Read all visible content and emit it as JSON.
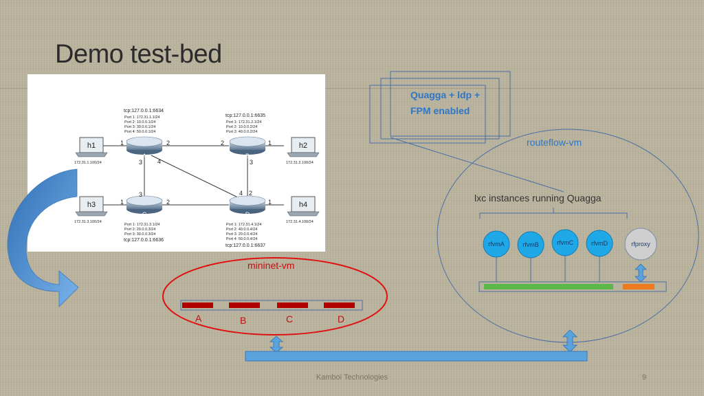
{
  "slide": {
    "title": "Demo test-bed",
    "footer": "Kamboi Technologies",
    "page_number": "9"
  },
  "network": {
    "switches": [
      {
        "name": "A",
        "tcp": "tcp:127.0.0.1:6634",
        "ports": [
          "Port 1: 172.31.1.1/24",
          "Port 2: 10.0.0.1/24",
          "Port 3: 30.0.0.1/24",
          "Port 4: 50.0.0.1/24"
        ]
      },
      {
        "name": "B",
        "tcp": "tcp:127.0.0.1:6635",
        "ports": [
          "Port 1: 172.31.2.1/24",
          "Port 2: 10.0.0.2/24",
          "Port 3: 40.0.0.2/24"
        ]
      },
      {
        "name": "C",
        "tcp": "tcp:127.0.0.1:6636",
        "ports": [
          "Port 1: 172.31.3.1/24",
          "Port 2: 20.0.0.3/24",
          "Port 3: 30.0.0.3/24"
        ]
      },
      {
        "name": "D",
        "tcp": "tcp:127.0.0.1:6637",
        "ports": [
          "Port 1: 172.31.4.1/24",
          "Port 2: 40.0.0.4/24",
          "Port 3: 20.0.0.4/24",
          "Port 4: 50.0.0.4/24"
        ]
      }
    ],
    "hosts": [
      {
        "name": "h1",
        "ip": "172.31.1.100/24"
      },
      {
        "name": "h2",
        "ip": "172.31.2.100/24"
      },
      {
        "name": "h3",
        "ip": "172.31.3.100/24"
      },
      {
        "name": "h4",
        "ip": "172.31.4.100/24"
      }
    ],
    "port_labels": [
      "1",
      "2",
      "3",
      "4",
      "2",
      "1",
      "3",
      "3",
      "1",
      "2",
      "4",
      "2",
      "1"
    ]
  },
  "quagga_box": {
    "line1": "Quagga + ldp +",
    "line2": "FPM enabled"
  },
  "routeflow": {
    "label": "routeflow-vm",
    "lxc_label": "lxc instances running Quagga",
    "nodes": [
      "rfvmA",
      "rfvmB",
      "rfvmC",
      "rfvmD"
    ],
    "proxy": "rfproxy"
  },
  "mininet": {
    "label": "mininet-vm",
    "switches": [
      "A",
      "B",
      "C",
      "D"
    ]
  },
  "colors": {
    "blue_node": "#1ea8e8",
    "proxy_gray": "#cfcfcf",
    "green_bar": "#5cb84a",
    "orange_bar": "#ee7a1e",
    "red_switch": "#b00000",
    "mininet_ellipse": "#e01010",
    "bus_blue": "#5ba3dc",
    "text_blue": "#2e76c8"
  }
}
